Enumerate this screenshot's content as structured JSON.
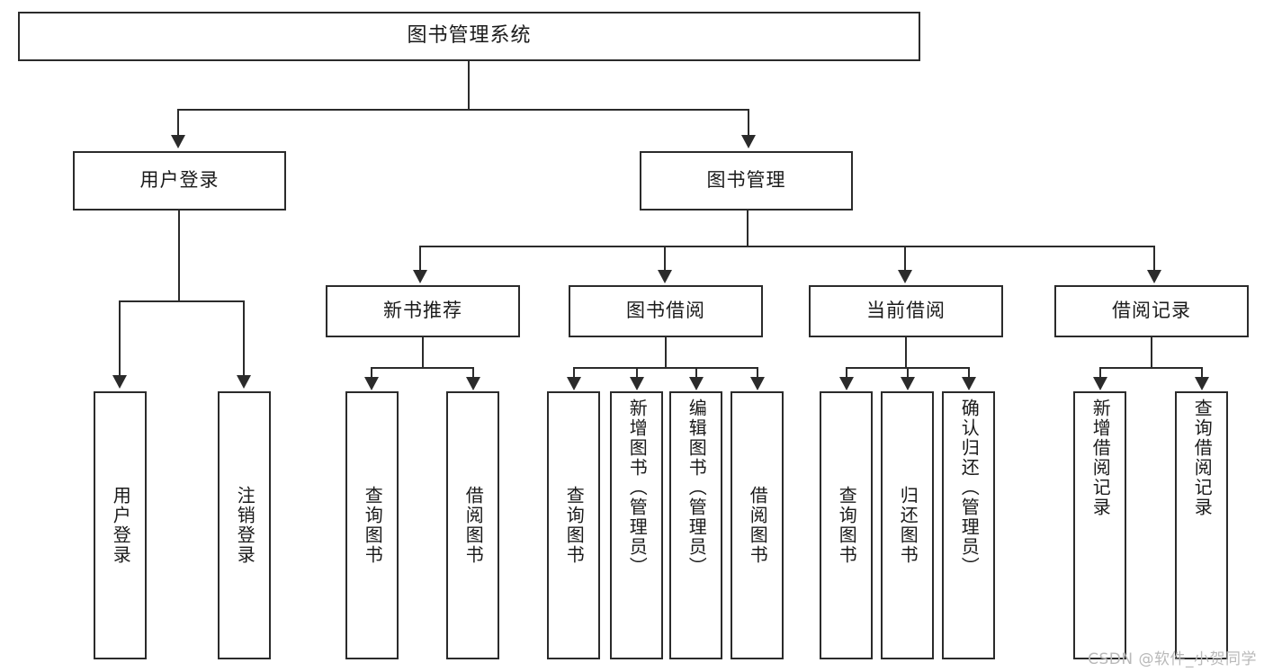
{
  "diagram": {
    "type": "tree",
    "title": "图书管理系统",
    "root": {
      "label": "图书管理系统"
    },
    "level2": [
      {
        "label": "用户登录"
      },
      {
        "label": "图书管理"
      }
    ],
    "level3": [
      {
        "label": "新书推荐"
      },
      {
        "label": "图书借阅"
      },
      {
        "label": "当前借阅"
      },
      {
        "label": "借阅记录"
      }
    ],
    "leaves": {
      "user_login": [
        {
          "label": "用户登录"
        },
        {
          "label": "注销登录"
        }
      ],
      "new_book_recommend": [
        {
          "label": "查询图书"
        },
        {
          "label": "借阅图书"
        }
      ],
      "book_borrow": [
        {
          "label": "查询图书"
        },
        {
          "label": "新增图书（管理员）"
        },
        {
          "label": "编辑图书（管理员）"
        },
        {
          "label": "借阅图书"
        }
      ],
      "current_borrow": [
        {
          "label": "查询图书"
        },
        {
          "label": "归还图书"
        },
        {
          "label": "确认归还（管理员）"
        }
      ],
      "borrow_record": [
        {
          "label": "新增借阅记录"
        },
        {
          "label": "查询借阅记录"
        }
      ]
    }
  },
  "watermark": {
    "text": "CSDN @软件_小贺同学"
  },
  "colors": {
    "stroke": "#2b2b2b",
    "fill": "#ffffff",
    "text": "#1a1a1a",
    "watermark": "#b9b9b9"
  }
}
